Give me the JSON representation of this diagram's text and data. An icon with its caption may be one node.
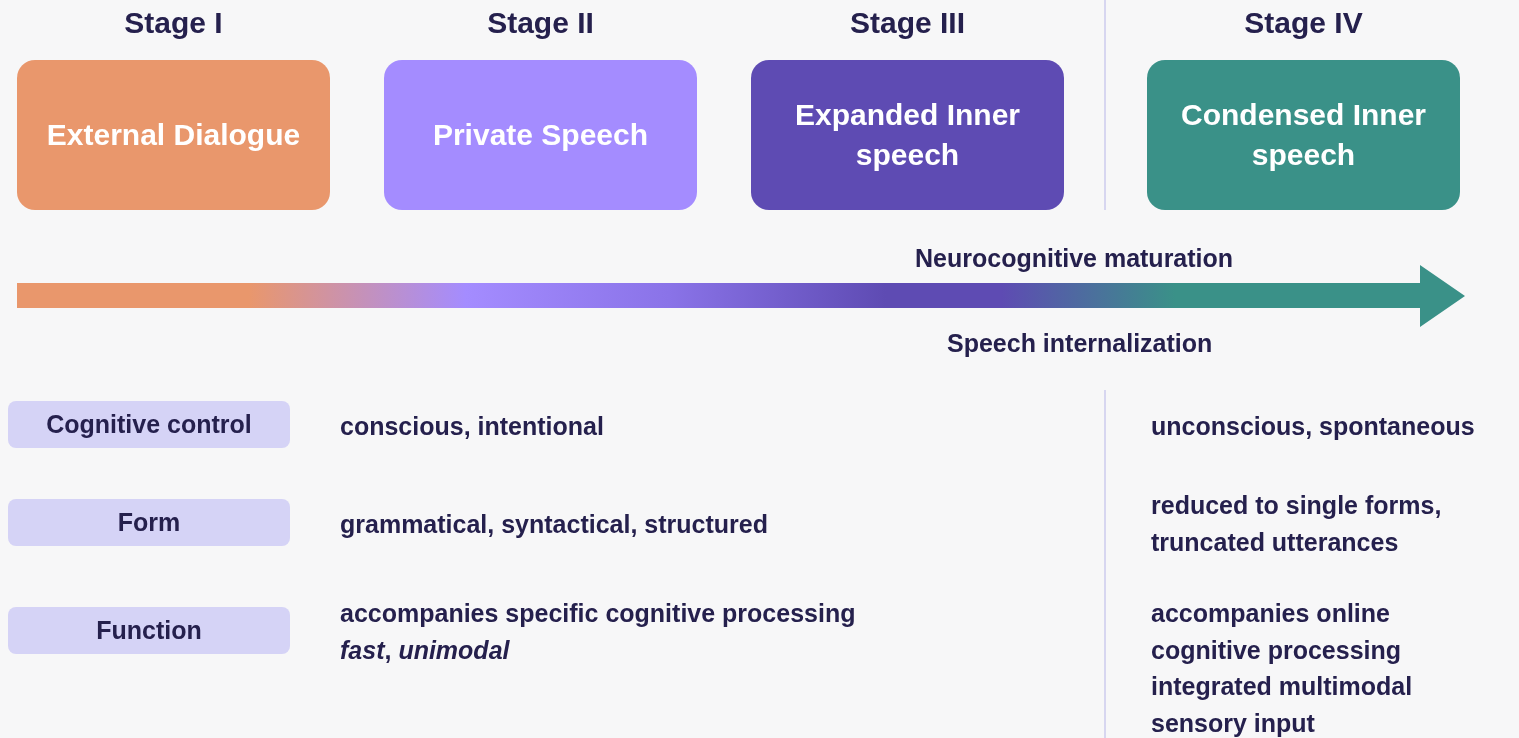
{
  "diagram": {
    "nodes": [
      {
        "text": [
          "Stage I",
          "External Dialogue"
        ]
      },
      {
        "text": [
          "Stage II",
          "Private Speech"
        ]
      },
      {
        "text": [
          "Stage III",
          "Expanded Inner speech"
        ]
      },
      {
        "text": [
          "Stage IV",
          "Condensed Inner speech"
        ]
      },
      {
        "text": [
          "Cognitive control"
        ]
      },
      {
        "text": [
          "Form"
        ]
      },
      {
        "text": [
          "Function"
        ]
      }
    ],
    "labels": [
      "Neurocognitive maturation",
      "Speech internalization",
      "conscious, intentional",
      "unconscious, spontaneous",
      "grammatical, syntactical, structured",
      "reduced to single forms, truncated utterances",
      "accompanies specific cognitive processing",
      "*fast*, *unimodal*",
      "accompanies online cognitive processing",
      "integrated multimodal sensory input"
    ]
  }
}
